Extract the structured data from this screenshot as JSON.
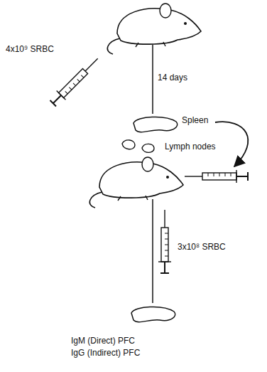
{
  "diagram": {
    "labels": [
      "4x10⁹ SRBC",
      "14 days",
      "Spleen",
      "Lymph nodes",
      "3x10⁸ SRBC",
      "IgM (Direct) PFC",
      "IgG (Indirect) PFC"
    ]
  }
}
